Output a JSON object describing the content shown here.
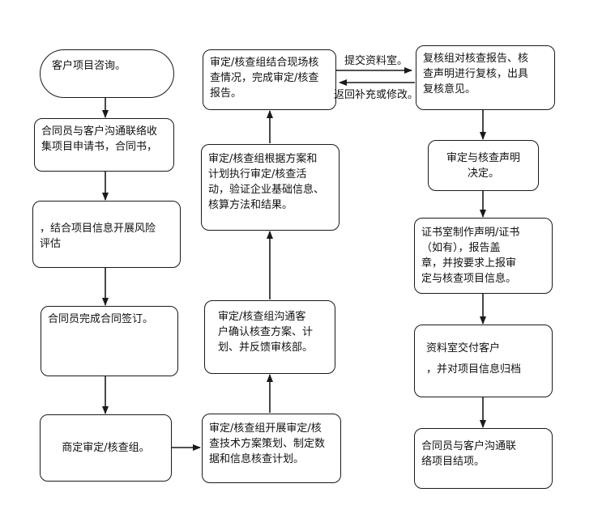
{
  "nodes": {
    "n1": "客户项目咨询。",
    "n2": "合同员与客户沟通联络收\n集项目申请书，合同书，",
    "n3": "，结合项目信息开展风险\n评估",
    "n4": "合同员完成合同签订。",
    "n5": "商定审定/核查组。",
    "n6": "审定/核查组开展审定/核\n查技术方案策划、制定数\n据和信息核查计划。",
    "n7": "审定/核查组沟通客\n户确认核查方案、计\n划、并反馈审核部。",
    "n8": "审定/核查组根据方案和\n计划执行审定/核查活\n动，验证企业基础信息、\n核算方法和结果。",
    "n9": "审定/核查组结合现场核\n查情况，完成审定/核查\n报告。",
    "n10": "复核组对核查报告、核\n查声明进行复核，出具\n复核意见。",
    "n11": "审定与核查声明\n决定。",
    "n12": "证书室制作声明/证书\n（如有），报告盖\n章，并按要求上报审\n定与核查项目信息。",
    "n13": "资料室交付客户\n，并对项目信息归档",
    "n14": "合同员与客户沟通联\n络项目结项。"
  },
  "edge_labels": {
    "submit": "提交资料室。",
    "return": "返回补充或修改。"
  }
}
